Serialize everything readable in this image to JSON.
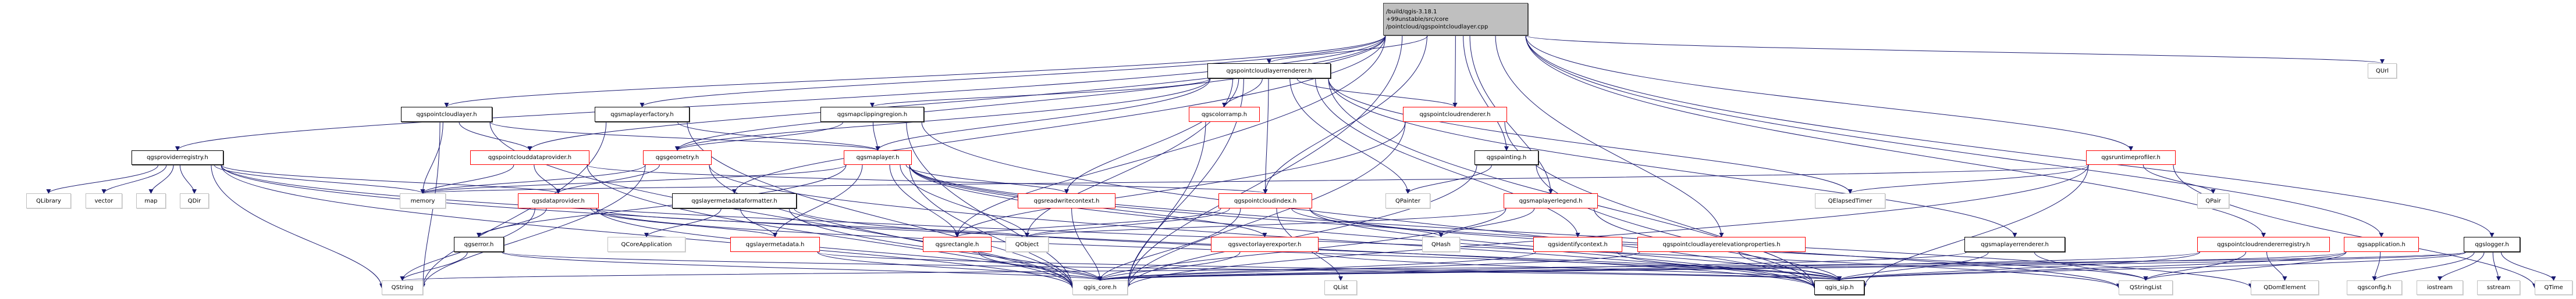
{
  "diagram": {
    "edge_color": "#191970",
    "main": {
      "label": "/build/qgis-3.18.1\n+99unstable/src/core\n/pointcloud/qgspointcloudlayer.cpp"
    },
    "nodes": [
      {
        "id": "renderer",
        "label": "qgspointcloudlayerrenderer.h",
        "style": "documented"
      },
      {
        "id": "pclayer",
        "label": "qgspointcloudlayer.h",
        "style": "documented"
      },
      {
        "id": "mlfactory",
        "label": "qgsmaplayerfactory.h",
        "style": "documented"
      },
      {
        "id": "clipregion",
        "label": "qgsmapclippingregion.h",
        "style": "documented"
      },
      {
        "id": "colorramp",
        "label": "qgscolorramp.h",
        "style": "incomplete"
      },
      {
        "id": "pcrenderer",
        "label": "qgspointcloudrenderer.h",
        "style": "incomplete"
      },
      {
        "id": "QUrl",
        "label": "QUrl",
        "style": "external"
      },
      {
        "id": "provreg",
        "label": "qgsproviderregistry.h",
        "style": "documented"
      },
      {
        "id": "pcdataprov",
        "label": "qgspointclouddataprovider.h",
        "style": "incomplete"
      },
      {
        "id": "geometry",
        "label": "qgsgeometry.h",
        "style": "incomplete"
      },
      {
        "id": "maplayer",
        "label": "qgsmaplayer.h",
        "style": "incomplete"
      },
      {
        "id": "painting",
        "label": "qgspainting.h",
        "style": "documented"
      },
      {
        "id": "profiler",
        "label": "qgsruntimeprofiler.h",
        "style": "incomplete"
      },
      {
        "id": "QLibrary",
        "label": "QLibrary",
        "style": "external"
      },
      {
        "id": "vector",
        "label": "vector",
        "style": "external"
      },
      {
        "id": "map",
        "label": "map",
        "style": "external"
      },
      {
        "id": "QDir",
        "label": "QDir",
        "style": "external"
      },
      {
        "id": "memory",
        "label": "memory",
        "style": "external"
      },
      {
        "id": "dataprov",
        "label": "qgsdataprovider.h",
        "style": "incomplete"
      },
      {
        "id": "lmformatter",
        "label": "qgslayermetadataformatter.h",
        "style": "documented"
      },
      {
        "id": "rwcontext",
        "label": "qgsreadwritecontext.h",
        "style": "incomplete"
      },
      {
        "id": "pcindex",
        "label": "qgspointcloudindex.h",
        "style": "incomplete"
      },
      {
        "id": "QPainter",
        "label": "QPainter",
        "style": "external"
      },
      {
        "id": "mllegend",
        "label": "qgsmaplayerlegend.h",
        "style": "incomplete"
      },
      {
        "id": "QElapsedTimer",
        "label": "QElapsedTimer",
        "style": "external"
      },
      {
        "id": "QPair",
        "label": "QPair",
        "style": "external"
      },
      {
        "id": "error",
        "label": "qgserror.h",
        "style": "documented"
      },
      {
        "id": "QCoreApplication",
        "label": "QCoreApplication",
        "style": "external"
      },
      {
        "id": "layermeta",
        "label": "qgslayermetadata.h",
        "style": "incomplete"
      },
      {
        "id": "rectangle",
        "label": "qgsrectangle.h",
        "style": "incomplete"
      },
      {
        "id": "QObject",
        "label": "QObject",
        "style": "external"
      },
      {
        "id": "vlexporter",
        "label": "qgsvectorlayerexporter.h",
        "style": "incomplete"
      },
      {
        "id": "QHash",
        "label": "QHash",
        "style": "external"
      },
      {
        "id": "identctx",
        "label": "qgsidentifycontext.h",
        "style": "incomplete"
      },
      {
        "id": "elevprops",
        "label": "qgspointcloudlayerelevationproperties.h",
        "style": "incomplete"
      },
      {
        "id": "mlrenderer",
        "label": "qgsmaplayerrenderer.h",
        "style": "documented"
      },
      {
        "id": "rendreg",
        "label": "qgspointcloudrendererregistry.h",
        "style": "incomplete"
      },
      {
        "id": "application",
        "label": "qgsapplication.h",
        "style": "incomplete"
      },
      {
        "id": "logger",
        "label": "qgslogger.h",
        "style": "documented"
      },
      {
        "id": "QString",
        "label": "QString",
        "style": "external"
      },
      {
        "id": "qgis_core",
        "label": "qgis_core.h",
        "style": "external"
      },
      {
        "id": "QList",
        "label": "QList",
        "style": "external"
      },
      {
        "id": "qgis_sip",
        "label": "qgis_sip.h",
        "style": "documented"
      },
      {
        "id": "QStringList",
        "label": "QStringList",
        "style": "external"
      },
      {
        "id": "QDomElement",
        "label": "QDomElement",
        "style": "external"
      },
      {
        "id": "qgsconfig",
        "label": "qgsconfig.h",
        "style": "external"
      },
      {
        "id": "iostream",
        "label": "iostream",
        "style": "external"
      },
      {
        "id": "sstream",
        "label": "sstream",
        "style": "external"
      },
      {
        "id": "QTime",
        "label": "QTime",
        "style": "external"
      }
    ],
    "edges": [
      [
        "main",
        "renderer"
      ],
      [
        "main",
        "pclayer"
      ],
      [
        "main",
        "mlfactory"
      ],
      [
        "main",
        "provreg"
      ],
      [
        "main",
        "pcdataprov"
      ],
      [
        "main",
        "pcindex"
      ],
      [
        "main",
        "pcrenderer"
      ],
      [
        "main",
        "painting"
      ],
      [
        "main",
        "mllegend"
      ],
      [
        "main",
        "elevprops"
      ],
      [
        "main",
        "profiler"
      ],
      [
        "main",
        "rendreg"
      ],
      [
        "main",
        "application"
      ],
      [
        "main",
        "logger"
      ],
      [
        "main",
        "QUrl"
      ],
      [
        "main",
        "lmformatter"
      ],
      [
        "main",
        "rectangle"
      ],
      [
        "main",
        "geometry"
      ],
      [
        "main",
        "qgis_core"
      ],
      [
        "renderer",
        "clipregion"
      ],
      [
        "renderer",
        "colorramp"
      ],
      [
        "renderer",
        "pcrenderer"
      ],
      [
        "renderer",
        "geometry"
      ],
      [
        "renderer",
        "maplayer"
      ],
      [
        "renderer",
        "rwcontext"
      ],
      [
        "renderer",
        "pcindex"
      ],
      [
        "renderer",
        "QPainter"
      ],
      [
        "renderer",
        "identctx"
      ],
      [
        "renderer",
        "mlrenderer"
      ],
      [
        "renderer",
        "QElapsedTimer"
      ],
      [
        "renderer",
        "qgis_core"
      ],
      [
        "renderer",
        "QObject"
      ],
      [
        "renderer",
        "qgis_sip"
      ],
      [
        "pclayer",
        "maplayer"
      ],
      [
        "pclayer",
        "pcdataprov"
      ],
      [
        "pclayer",
        "QString"
      ],
      [
        "pclayer",
        "memory"
      ],
      [
        "pclayer",
        "qgis_core"
      ],
      [
        "mlfactory",
        "maplayer"
      ],
      [
        "mlfactory",
        "QString"
      ],
      [
        "mlfactory",
        "qgis_core"
      ],
      [
        "clipregion",
        "geometry"
      ],
      [
        "clipregion",
        "maplayer"
      ],
      [
        "clipregion",
        "qgis_core"
      ],
      [
        "clipregion",
        "qgis_sip"
      ],
      [
        "provreg",
        "QLibrary"
      ],
      [
        "provreg",
        "vector"
      ],
      [
        "provreg",
        "map"
      ],
      [
        "provreg",
        "QDir"
      ],
      [
        "provreg",
        "memory"
      ],
      [
        "provreg",
        "dataprov"
      ],
      [
        "provreg",
        "QString"
      ],
      [
        "provreg",
        "qgis_core"
      ],
      [
        "provreg",
        "qgis_sip"
      ],
      [
        "provreg",
        "QStringList"
      ],
      [
        "pcdataprov",
        "dataprov"
      ],
      [
        "pcdataprov",
        "memory"
      ],
      [
        "pcdataprov",
        "pcindex"
      ],
      [
        "pcdataprov",
        "qgis_core"
      ],
      [
        "geometry",
        "memory"
      ],
      [
        "geometry",
        "QString"
      ],
      [
        "geometry",
        "qgis_core"
      ],
      [
        "geometry",
        "dataprov"
      ],
      [
        "geometry",
        "qgis_sip"
      ],
      [
        "maplayer",
        "error"
      ],
      [
        "maplayer",
        "rwcontext"
      ],
      [
        "maplayer",
        "rectangle"
      ],
      [
        "maplayer",
        "QObject"
      ],
      [
        "maplayer",
        "layermeta"
      ],
      [
        "maplayer",
        "vlexporter"
      ],
      [
        "maplayer",
        "qgis_core"
      ],
      [
        "maplayer",
        "qgis_sip"
      ],
      [
        "maplayer",
        "QDomElement"
      ],
      [
        "maplayer",
        "QStringList"
      ],
      [
        "maplayer",
        "memory"
      ],
      [
        "dataprov",
        "error"
      ],
      [
        "dataprov",
        "QString"
      ],
      [
        "dataprov",
        "layermeta"
      ],
      [
        "dataprov",
        "qgis_core"
      ],
      [
        "dataprov",
        "qgis_sip"
      ],
      [
        "dataprov",
        "QObject"
      ],
      [
        "lmformatter",
        "QCoreApplication"
      ],
      [
        "lmformatter",
        "layermeta"
      ],
      [
        "lmformatter",
        "qgis_core"
      ],
      [
        "lmformatter",
        "qgis_sip"
      ],
      [
        "error",
        "QString"
      ],
      [
        "error",
        "qgis_core"
      ],
      [
        "error",
        "qgis_sip"
      ],
      [
        "pcindex",
        "QObject"
      ],
      [
        "pcindex",
        "rectangle"
      ],
      [
        "pcindex",
        "QHash"
      ],
      [
        "pcindex",
        "QList"
      ],
      [
        "pcindex",
        "qgis_core"
      ],
      [
        "pcindex",
        "qgis_sip"
      ],
      [
        "pcindex",
        "QStringList"
      ],
      [
        "painting",
        "QPainter"
      ],
      [
        "painting",
        "qgis_core"
      ],
      [
        "painting",
        "qgis_sip"
      ],
      [
        "mllegend",
        "QHash"
      ],
      [
        "mllegend",
        "QObject"
      ],
      [
        "mllegend",
        "qgis_core"
      ],
      [
        "mllegend",
        "qgis_sip"
      ],
      [
        "profiler",
        "QElapsedTimer"
      ],
      [
        "profiler",
        "QPair"
      ],
      [
        "profiler",
        "qgis_core"
      ],
      [
        "profiler",
        "qgis_sip"
      ],
      [
        "profiler",
        "QTime"
      ],
      [
        "profiler",
        "memory"
      ],
      [
        "rendreg",
        "QStringList"
      ],
      [
        "rendreg",
        "QDomElement"
      ],
      [
        "rendreg",
        "qgis_core"
      ],
      [
        "rendreg",
        "qgis_sip"
      ],
      [
        "application",
        "qgsconfig"
      ],
      [
        "application",
        "QStringList"
      ],
      [
        "application",
        "qgis_core"
      ],
      [
        "application",
        "qgis_sip"
      ],
      [
        "logger",
        "qgsconfig"
      ],
      [
        "logger",
        "iostream"
      ],
      [
        "logger",
        "sstream"
      ],
      [
        "logger",
        "QTime"
      ],
      [
        "logger",
        "qgis_core"
      ],
      [
        "logger",
        "qgis_sip"
      ],
      [
        "logger",
        "QString"
      ],
      [
        "colorramp",
        "qgis_core"
      ],
      [
        "pcrenderer",
        "qgis_core"
      ],
      [
        "pcrenderer",
        "qgis_sip"
      ],
      [
        "pcrenderer",
        "rectangle"
      ],
      [
        "vlexporter",
        "qgis_core"
      ],
      [
        "vlexporter",
        "qgis_sip"
      ],
      [
        "identctx",
        "qgis_core"
      ],
      [
        "identctx",
        "qgis_sip"
      ],
      [
        "elevprops",
        "qgis_core"
      ],
      [
        "elevprops",
        "qgis_sip"
      ],
      [
        "mlrenderer",
        "qgis_core"
      ],
      [
        "mlrenderer",
        "qgis_sip"
      ],
      [
        "mlrenderer",
        "QStringList"
      ],
      [
        "rwcontext",
        "qgis_core"
      ],
      [
        "rectangle",
        "qgis_core"
      ],
      [
        "layermeta",
        "qgis_core"
      ],
      [
        "layermeta",
        "qgis_sip"
      ]
    ]
  }
}
